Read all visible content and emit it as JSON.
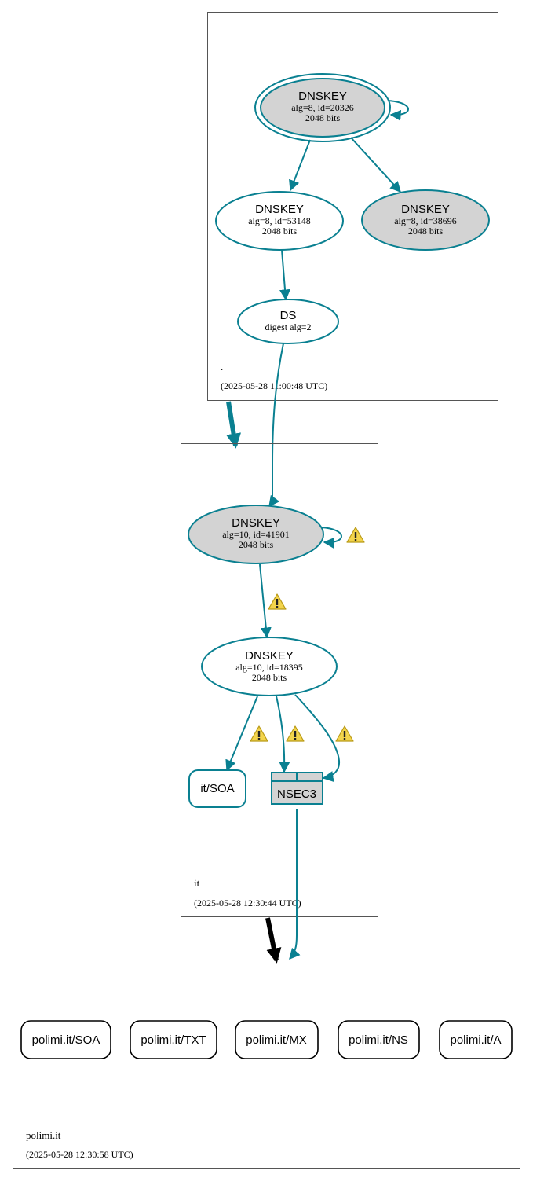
{
  "colors": {
    "edge": "#0a8091",
    "node_fill_gray": "#d3d3d3",
    "zone_border": "#555555",
    "delegation_arrow": "#000000",
    "warning_fill": "#f3d44c"
  },
  "zones": {
    "root": {
      "name": ".",
      "timestamp": "(2025-05-28 11:00:48 UTC)",
      "nodes": {
        "dnskey_20326": {
          "title": "DNSKEY",
          "line1": "alg=8, id=20326",
          "line2": "2048 bits"
        },
        "dnskey_53148": {
          "title": "DNSKEY",
          "line1": "alg=8, id=53148",
          "line2": "2048 bits"
        },
        "dnskey_38696": {
          "title": "DNSKEY",
          "line1": "alg=8, id=38696",
          "line2": "2048 bits"
        },
        "ds": {
          "title": "DS",
          "line1": "digest alg=2"
        }
      }
    },
    "it": {
      "name": "it",
      "timestamp": "(2025-05-28 12:30:44 UTC)",
      "nodes": {
        "dnskey_41901": {
          "title": "DNSKEY",
          "line1": "alg=10, id=41901",
          "line2": "2048 bits"
        },
        "dnskey_18395": {
          "title": "DNSKEY",
          "line1": "alg=10, id=18395",
          "line2": "2048 bits"
        },
        "soa": {
          "label": "it/SOA"
        },
        "nsec3": {
          "label": "NSEC3"
        }
      }
    },
    "polimi": {
      "name": "polimi.it",
      "timestamp": "(2025-05-28 12:30:58 UTC)",
      "records": [
        {
          "label": "polimi.it/SOA"
        },
        {
          "label": "polimi.it/TXT"
        },
        {
          "label": "polimi.it/MX"
        },
        {
          "label": "polimi.it/NS"
        },
        {
          "label": "polimi.it/A"
        }
      ]
    }
  },
  "warning_icons": [
    "warning-icon",
    "warning-icon",
    "warning-icon",
    "warning-icon",
    "warning-icon"
  ]
}
